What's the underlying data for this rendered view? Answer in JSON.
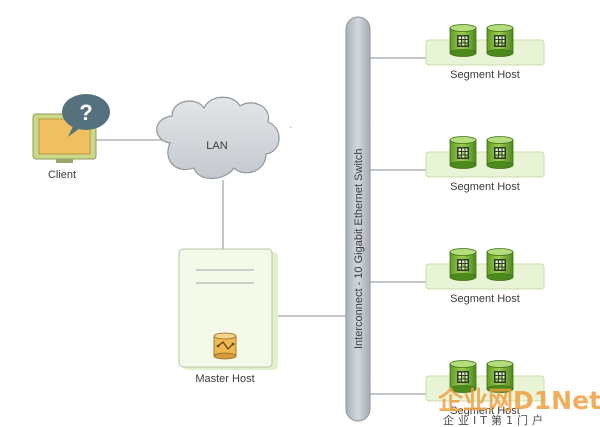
{
  "nodes": {
    "client": {
      "label": "Client",
      "icon": "question-mark-bubble-icon",
      "badge": "?"
    },
    "lan": {
      "label": "LAN"
    },
    "master": {
      "label": "Master Host",
      "icon": "database-icon"
    },
    "switch": {
      "label": "Interconnect - 10 Gigabit Ethernet Switch"
    },
    "segments": [
      {
        "label": "Segment Host"
      },
      {
        "label": "Segment Host"
      },
      {
        "label": "Segment Host"
      },
      {
        "label": "Segment Host"
      }
    ]
  },
  "watermark": {
    "brand": "企业网D1Net",
    "tagline": "企业IT第1门户"
  },
  "colors": {
    "monitor": "#f0c060",
    "bubble": "#55717e",
    "cloud": "#d6d9dc",
    "panel": "#e9f4d6",
    "disk": "#7fb83a",
    "switch": "#bcc3cb",
    "line": "#8a8f95"
  }
}
